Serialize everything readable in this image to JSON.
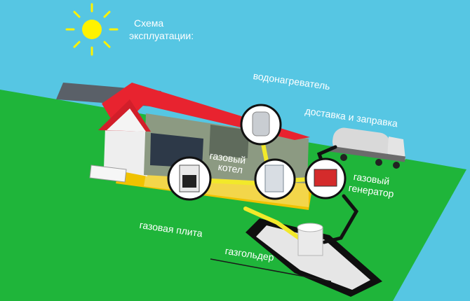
{
  "diagram": {
    "title_line1": "Схема",
    "title_line2": "эксплуатации:",
    "labels": {
      "water_heater": "водонагреватель",
      "delivery": "доставка и заправка",
      "boiler_line1": "газовый",
      "boiler_line2": "котел",
      "generator_line1": "газовый",
      "generator_line2": "генератор",
      "stove": "газовая плита",
      "tank": "газгольдер"
    },
    "colors": {
      "sky": "#56c6e3",
      "grass": "#1fb53a",
      "roof": "#e8232f",
      "pipe": "#f2e92a",
      "tank_line": "#1a1a1a"
    }
  }
}
